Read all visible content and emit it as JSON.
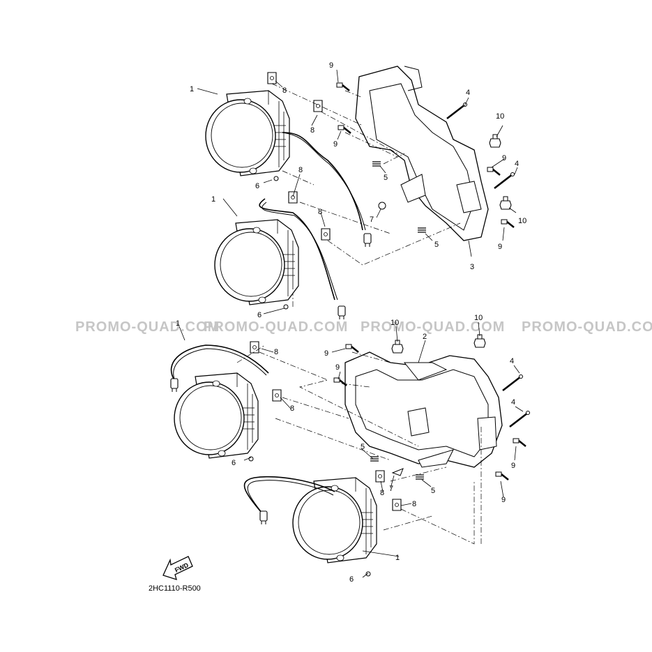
{
  "watermark": [
    "PROMO-QUAD.COM",
    "PROMO-QUAD.COM",
    "PROMO-QUAD.COM",
    "PROMO-QUAD.COM"
  ],
  "diagram_code": "2HC1110-R500",
  "fwd_label": "FWD",
  "callouts": {
    "c1": "1",
    "c2": "2",
    "c3": "3",
    "c4": "4",
    "c5": "5",
    "c6": "6",
    "c7": "7",
    "c8": "8",
    "c9": "9",
    "c10": "10"
  },
  "colors": {
    "line": "#000000",
    "watermark": "#c6c6c6",
    "background": "#ffffff"
  }
}
